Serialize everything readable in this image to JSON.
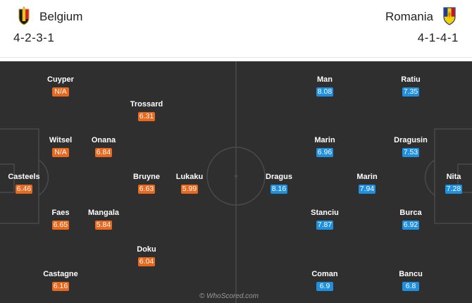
{
  "home": {
    "name": "Belgium",
    "formation": "4-2-3-1",
    "crest": "belgium-crest-icon",
    "rating_color": "#e8681e",
    "players": [
      {
        "name": "Casteels",
        "rating": "6.46"
      },
      {
        "name": "Cuyper",
        "rating": "N/A"
      },
      {
        "name": "Witsel",
        "rating": "N/A"
      },
      {
        "name": "Faes",
        "rating": "6.65"
      },
      {
        "name": "Castagne",
        "rating": "6.16"
      },
      {
        "name": "Onana",
        "rating": "6.84"
      },
      {
        "name": "Mangala",
        "rating": "5.84"
      },
      {
        "name": "Trossard",
        "rating": "6.31"
      },
      {
        "name": "Bruyne",
        "rating": "6.63"
      },
      {
        "name": "Doku",
        "rating": "6.04"
      },
      {
        "name": "Lukaku",
        "rating": "5.99"
      }
    ]
  },
  "away": {
    "name": "Romania",
    "formation": "4-1-4-1",
    "crest": "romania-crest-icon",
    "rating_color": "#1f8fe0",
    "players": [
      {
        "name": "Nita",
        "rating": "7.28"
      },
      {
        "name": "Ratiu",
        "rating": "7.35"
      },
      {
        "name": "Dragusin",
        "rating": "7.53"
      },
      {
        "name": "Burca",
        "rating": "6.92"
      },
      {
        "name": "Bancu",
        "rating": "6.8"
      },
      {
        "name": "Marin",
        "rating": "7.94"
      },
      {
        "name": "Man",
        "rating": "8.08"
      },
      {
        "name": "Marin",
        "rating": "6.96"
      },
      {
        "name": "Stanciu",
        "rating": "7.87"
      },
      {
        "name": "Coman",
        "rating": "6.9"
      },
      {
        "name": "Dragus",
        "rating": "8.16"
      }
    ]
  },
  "watermark": "© WhoScored.com"
}
